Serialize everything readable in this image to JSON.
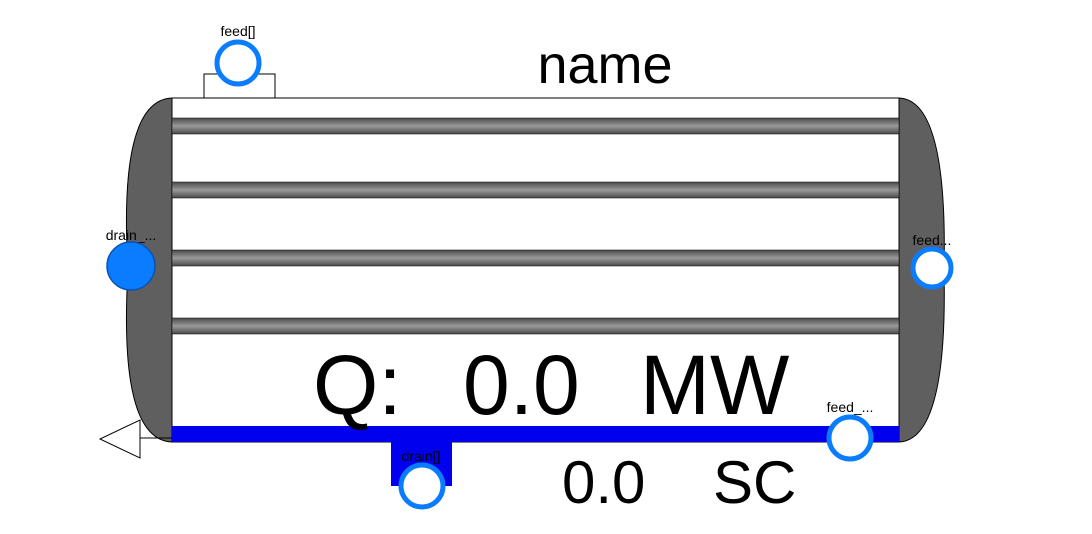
{
  "title": "name",
  "heat_duty": {
    "prefix": "Q:",
    "value": "0.0",
    "unit": "MW"
  },
  "subcooling": {
    "value": "0.0",
    "unit": "SC"
  },
  "ports": {
    "feed_top": "feed[]",
    "drain_left": "drain_...",
    "feed_right": "feed...",
    "feed_bottom_right": "feed_...",
    "drain_bottom": "drain[]"
  },
  "colors": {
    "shell_outline": "#000000",
    "tube_gray": "#808080",
    "end_cap_gray": "#5f5f5f",
    "condensate_blue": "#0000ee",
    "port_blue": "#0a7cff",
    "port_fill": "#ffffff"
  }
}
